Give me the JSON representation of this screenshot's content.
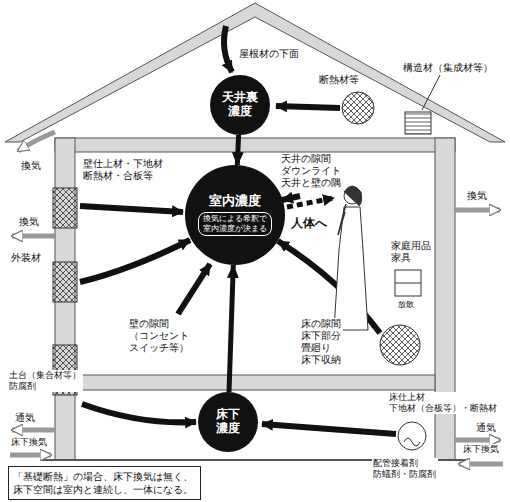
{
  "diagram": {
    "nodes": [
      {
        "text": [
          "天井裏濃度"
        ]
      },
      {
        "text": [
          "室内濃度",
          "換気による希釈で室内濃度が決まる"
        ]
      },
      {
        "text": [
          "床下濃度"
        ]
      },
      {
        "text": [
          "「基礎断熱」の場合、床下換気は無く、床下空間は室内と連続し、一体になる。"
        ]
      }
    ],
    "edges": [
      {
        "from": 0,
        "to": 1,
        "arrow": "to"
      },
      {
        "from": 2,
        "to": 1,
        "arrow": "to"
      }
    ],
    "labels": [
      "屋根材の下面",
      "断熱材等",
      "構造材（集成材等）",
      "換気",
      "天井の隙間 ダウンライト 天井と壁の隅",
      "壁仕上材・下地材 断熱材・合板等",
      "換気",
      "外装材",
      "人体へ",
      "家庭用品 家具",
      "放散",
      "換気",
      "壁の隙間 （コンセント スイッチ等）",
      "床の隙間 床下部分 畳廻り 床下収納",
      "床仕上材 下地材（合板等）・断熱材",
      "土台（集合材等） 防腐剤",
      "通気",
      "床下換気",
      "通気",
      "床下換気",
      "配管接着剤 防蟻剤・防腐剤"
    ]
  }
}
